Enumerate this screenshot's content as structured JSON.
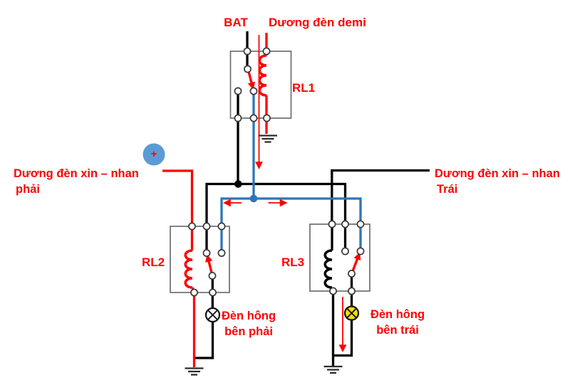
{
  "colors": {
    "red": "#FF0000",
    "blue": "#2E75B6",
    "light_blue": "#5B9BD5",
    "yellow": "#F3DE00",
    "black": "#000000",
    "box_border": "#666666"
  },
  "labels": {
    "bat": "BAT",
    "demi_feed": "Dương đèn demi",
    "rl1": "RL1",
    "rl2": "RL2",
    "rl3": "RL3",
    "left_feed_line1": "Dương đèn xin – nhan",
    "left_feed_line2": "phải",
    "right_feed_line1": "Dương đèn xin – nhan",
    "right_feed_line2": "Trái",
    "right_lamp_line1": "Đèn hông",
    "right_lamp_line2": "bên phải",
    "left_lamp_line1": "Đèn hông",
    "left_lamp_line2": "bên trái",
    "battery_plus": "+"
  },
  "icons": {
    "battery_positive": "plus-circle",
    "ground": "ground-symbol",
    "relay_coil": "inductor-coil",
    "relay_switch": "red-arrow-switch-arm",
    "lamp_right": "lamp-crossed-circle-white",
    "lamp_left": "lamp-crossed-circle-yellow",
    "flow_arrows": "red-current-flow-arrow"
  }
}
